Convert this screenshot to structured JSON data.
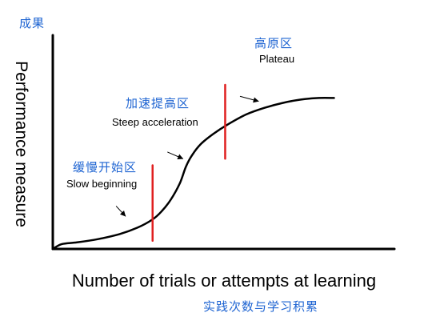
{
  "chart_data": {
    "type": "line",
    "title": "",
    "ylabel": "Performance measure",
    "ylabel_cn": "成果",
    "xlabel": "Number of trials or attempts at learning",
    "xlabel_cn": "实践次数与学习积累",
    "xlim": [
      0,
      1
    ],
    "ylim": [
      0,
      1
    ],
    "grid": false,
    "colors": {
      "curve": "#000000",
      "divider": "#e02020",
      "cn_text": "#1e64d2",
      "axis": "#000000"
    },
    "series": [
      {
        "x": [
          0.0,
          0.03,
          0.08,
          0.15,
          0.22,
          0.28,
          0.33,
          0.36,
          0.39,
          0.42,
          0.44,
          0.46,
          0.49,
          0.53,
          0.58,
          0.64,
          0.7,
          0.76,
          0.82,
          0.88,
          0.93
        ],
        "y": [
          0.0,
          0.03,
          0.04,
          0.06,
          0.09,
          0.13,
          0.18,
          0.23,
          0.3,
          0.4,
          0.5,
          0.57,
          0.64,
          0.7,
          0.76,
          0.82,
          0.86,
          0.89,
          0.91,
          0.92,
          0.92
        ]
      }
    ],
    "dividers": [
      {
        "x": 0.33,
        "y_from": 0.05,
        "y_to": 0.51
      },
      {
        "x": 0.57,
        "y_from": 0.55,
        "y_to": 1.0
      }
    ],
    "regions": [
      {
        "label_cn": "缓慢开始区",
        "label_en": "Slow beginning",
        "arrow_from": [
          0.21,
          0.26
        ],
        "arrow_to": [
          0.24,
          0.2
        ]
      },
      {
        "label_cn": "加速提高区",
        "label_en": "Steep acceleration",
        "arrow_from": [
          0.38,
          0.59
        ],
        "arrow_to": [
          0.43,
          0.55
        ]
      },
      {
        "label_cn": "高原区",
        "label_en": "Plateau",
        "arrow_from": [
          0.62,
          0.93
        ],
        "arrow_to": [
          0.68,
          0.9
        ]
      }
    ]
  }
}
